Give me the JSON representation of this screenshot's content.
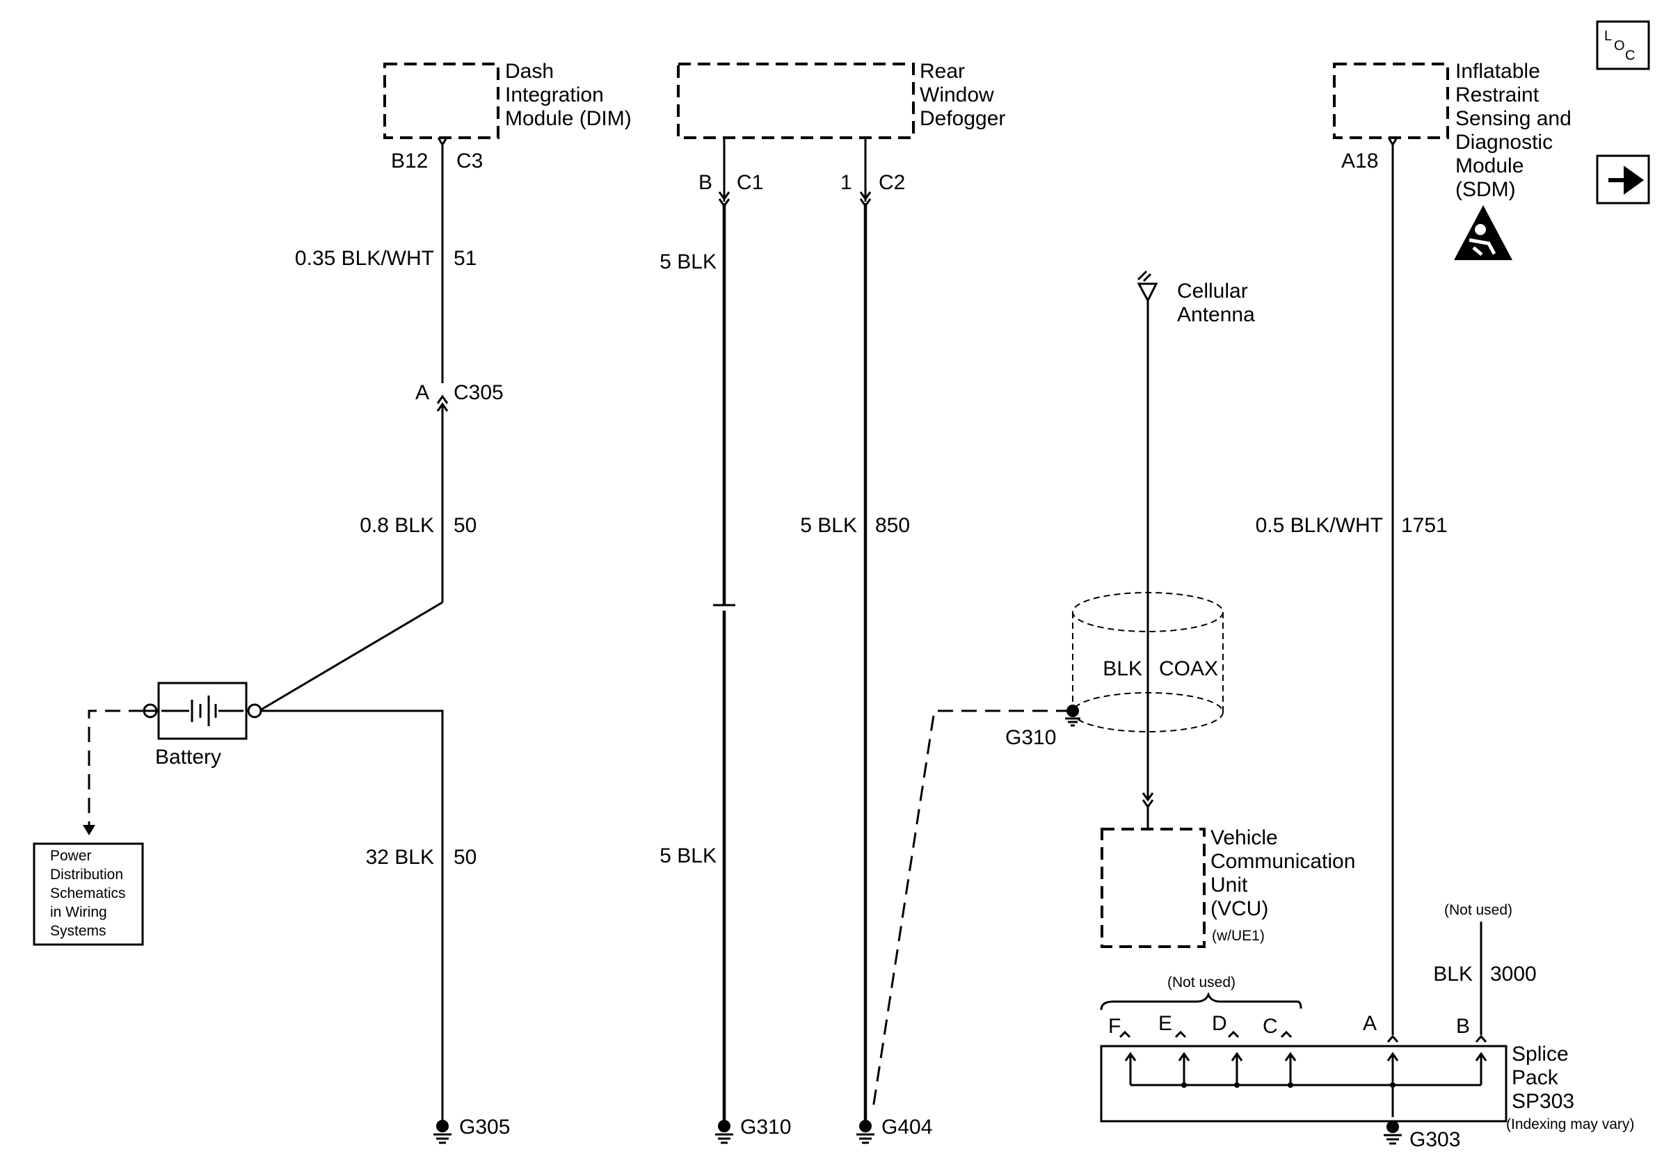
{
  "components": {
    "dim": {
      "name": [
        "Dash",
        "Integration",
        "Module (DIM)"
      ],
      "pin": "B12",
      "connector": "C3"
    },
    "defogger": {
      "name": [
        "Rear",
        "Window",
        "Defogger"
      ],
      "pin_b": "B",
      "conn_b": "C1",
      "pin_1": "1",
      "conn_2": "C2"
    },
    "sdm": {
      "name": [
        "Inflatable",
        "Restraint",
        "Sensing and",
        "Diagnostic",
        "Module",
        "(SDM)"
      ],
      "pin": "A18"
    },
    "antenna": {
      "name": [
        "Cellular",
        "Antenna"
      ]
    },
    "vcu": {
      "name": [
        "Vehicle",
        "Communication",
        "Unit",
        "(VCU)"
      ],
      "option": "(w/UE1)"
    },
    "battery": {
      "name": "Battery"
    },
    "power_ref": {
      "lines": [
        "Power",
        "Distribution",
        "Schematics",
        "in Wiring",
        "Systems"
      ]
    },
    "splice": {
      "name": [
        "Splice",
        "Pack",
        "SP303"
      ],
      "note": "(Indexing may vary)",
      "pins": [
        "F",
        "E",
        "D",
        "C",
        "A",
        "B"
      ],
      "not_used_left": "(Not used)",
      "not_used_right": "(Not used)"
    },
    "inline_connector": {
      "pin": "A",
      "id": "C305"
    }
  },
  "wires": {
    "w51": {
      "spec": "0.35 BLK/WHT",
      "circuit": "51"
    },
    "w50a": {
      "spec": "0.8 BLK",
      "circuit": "50"
    },
    "w50b": {
      "spec": "32 BLK",
      "circuit": "50"
    },
    "wc1a": {
      "spec": "5 BLK"
    },
    "wc1b": {
      "spec": "5 BLK"
    },
    "w850": {
      "spec": "5 BLK",
      "circuit": "850"
    },
    "w1751": {
      "spec": "0.5 BLK/WHT",
      "circuit": "1751"
    },
    "coax": {
      "color": "BLK",
      "type": "COAX"
    },
    "w3000": {
      "spec": "BLK",
      "circuit": "3000"
    }
  },
  "grounds": {
    "g305": "G305",
    "g310": "G310",
    "g404": "G404",
    "g310_shield": "G310",
    "g303": "G303"
  },
  "nav": {
    "loc_icon": "loc-icon",
    "next_icon": "arrow-right-icon",
    "sdm_warning_icon": "airbag-warning-icon"
  }
}
